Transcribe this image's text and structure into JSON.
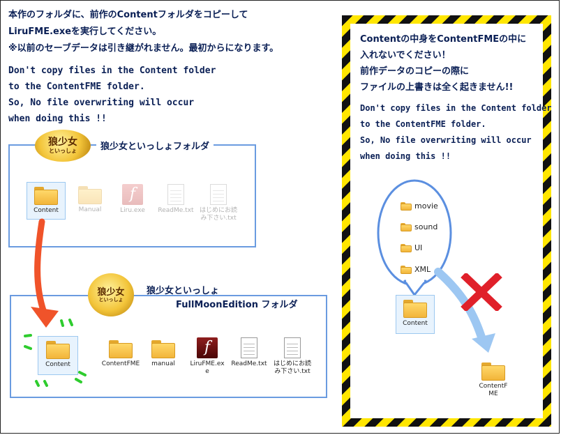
{
  "intro_jp": {
    "line1": "本作のフォルダに、前作のContentフォルダをコピーして",
    "line2": "LiruFME.exeを実行してください。",
    "line3": "※以前のセーブデータは引き継がれません。最初からになります。"
  },
  "intro_en": {
    "line1": "Don't copy files in the Content folder",
    "line2": "to the ContentFME folder.",
    "line3": "So, No file overwriting will occur",
    "line4": "when doing this !!"
  },
  "old_folder": {
    "title": "狼少女といっしょフォルダ",
    "logo": "狼少女",
    "logo_sub": "といっしょ",
    "items": [
      "Content",
      "Manual",
      "Liru.exe",
      "ReadMe.txt",
      "はじめにお読み下さい.txt"
    ]
  },
  "new_folder": {
    "title1": "狼少女といっしょ",
    "title2": "FullMoonEdition フォルダ",
    "logo": "狼少女",
    "logo_sub": "といっしょ",
    "items": [
      "Content",
      "ContentFME",
      "manual",
      "LiruFME.exe",
      "ReadMe.txt",
      "はじめにお読み下さい.txt"
    ]
  },
  "warning": {
    "jp1": "Contentの中身をContentFMEの中に",
    "jp2": "入れないでください！",
    "jp3": "前作データのコピーの際に",
    "jp4": "ファイルの上書きは全く起きません!!",
    "en1": "Don't copy files in the Content folder",
    "en2": "to the ContentFME folder.",
    "en3": "So, No file overwriting will occur",
    "en4": "when doing this !!",
    "subfolders": [
      "movie",
      "sound",
      "UI",
      "XML"
    ],
    "content_label": "Content",
    "target_label": "ContentFME"
  },
  "colors": {
    "text": "#0a1f55",
    "box_border": "#6a9be0",
    "arrow_red": "#f0532a",
    "arrow_blue": "#9dc7f2",
    "cross": "#e0202a",
    "stripe_yellow": "#ffe600",
    "stripe_black": "#111111",
    "sparkle": "#2ecc2e"
  }
}
